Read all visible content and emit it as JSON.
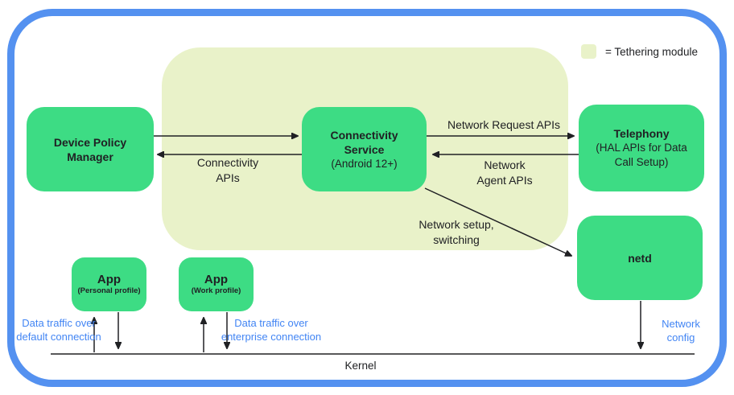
{
  "colors": {
    "box-green": "#3ddc84",
    "module-bg": "#e9f2c9",
    "frame-blue": "#5491f0",
    "label-blue": "#4285f4",
    "ink": "#202124"
  },
  "legend": {
    "label": "= Tethering module"
  },
  "boxes": {
    "dpm": {
      "title": "Device Policy\nManager"
    },
    "connectivity": {
      "title": "Connectivity\nService",
      "subtitle": "(Android 12+)"
    },
    "telephony": {
      "title": "Telephony",
      "subtitle": "(HAL APIs for Data\nCall Setup)"
    },
    "netd": {
      "title": "netd"
    },
    "app_personal": {
      "title": "App",
      "subtitle": "(Personal profile)"
    },
    "app_work": {
      "title": "App",
      "subtitle": "(Work profile)"
    }
  },
  "edges": {
    "connectivity_apis": "Connectivity\nAPIs",
    "network_request_apis": "Network Request APIs",
    "network_agent_apis": "Network\nAgent APIs",
    "network_setup": "Network setup,\nswitching",
    "data_default": "Data traffic over\ndefault connection",
    "data_enterprise": "Data traffic over\nenterprise connection",
    "network_config": "Network\nconfig"
  },
  "kernel_label": "Kernel"
}
